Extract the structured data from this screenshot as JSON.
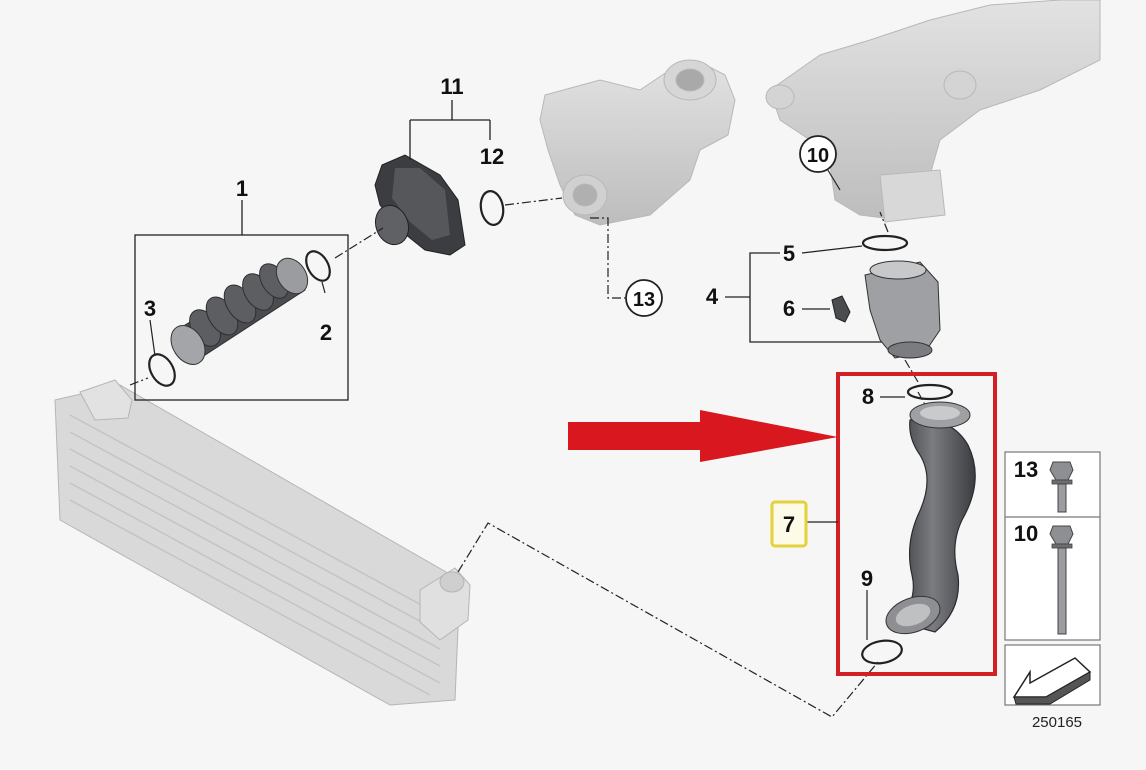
{
  "callouts": {
    "c1": "1",
    "c2": "2",
    "c3": "3",
    "c4": "4",
    "c5": "5",
    "c6": "6",
    "c7": "7",
    "c8": "8",
    "c9": "9",
    "c10": "10",
    "c11": "11",
    "c12": "12",
    "c13": "13"
  },
  "legend": {
    "bolt_a": "13",
    "bolt_b": "10"
  },
  "reference_number": "250165",
  "colors": {
    "highlight_frame": "#d32026",
    "arrow": "#d9171e",
    "label_highlight": "#e3d23a",
    "hose": "#5b5d62",
    "ghost_parts": "#cfcfcf"
  }
}
